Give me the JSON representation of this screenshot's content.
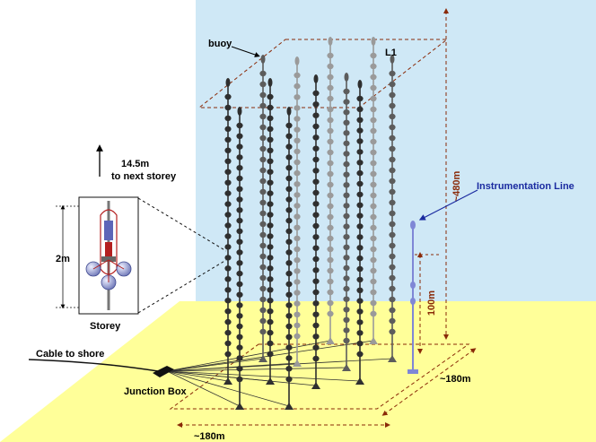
{
  "labels": {
    "buoy": "buoy",
    "l1": "L1",
    "storey_spacing_value": "14.5m",
    "storey_spacing_text": "to next storey",
    "instrumentation_line": "Instrumentation Line",
    "height_480": "~480m",
    "height_100": "100m",
    "storey_height": "2m",
    "storey": "Storey",
    "cable_to_shore": "Cable to shore",
    "junction_box": "Junction Box",
    "width_180_right": "~180m",
    "width_180_bottom": "~180m"
  },
  "lines": {
    "count": 12,
    "storeys_per_line": 25
  },
  "colors": {
    "sky": "#cfe8f6",
    "seabed": "#ffff99",
    "line_dark": "#2a2a2a",
    "line_light": "#8c8c8c",
    "instrumentation": "#7f87d6",
    "dimension": "#8a2a08",
    "blue_label": "#1a2aa0"
  }
}
